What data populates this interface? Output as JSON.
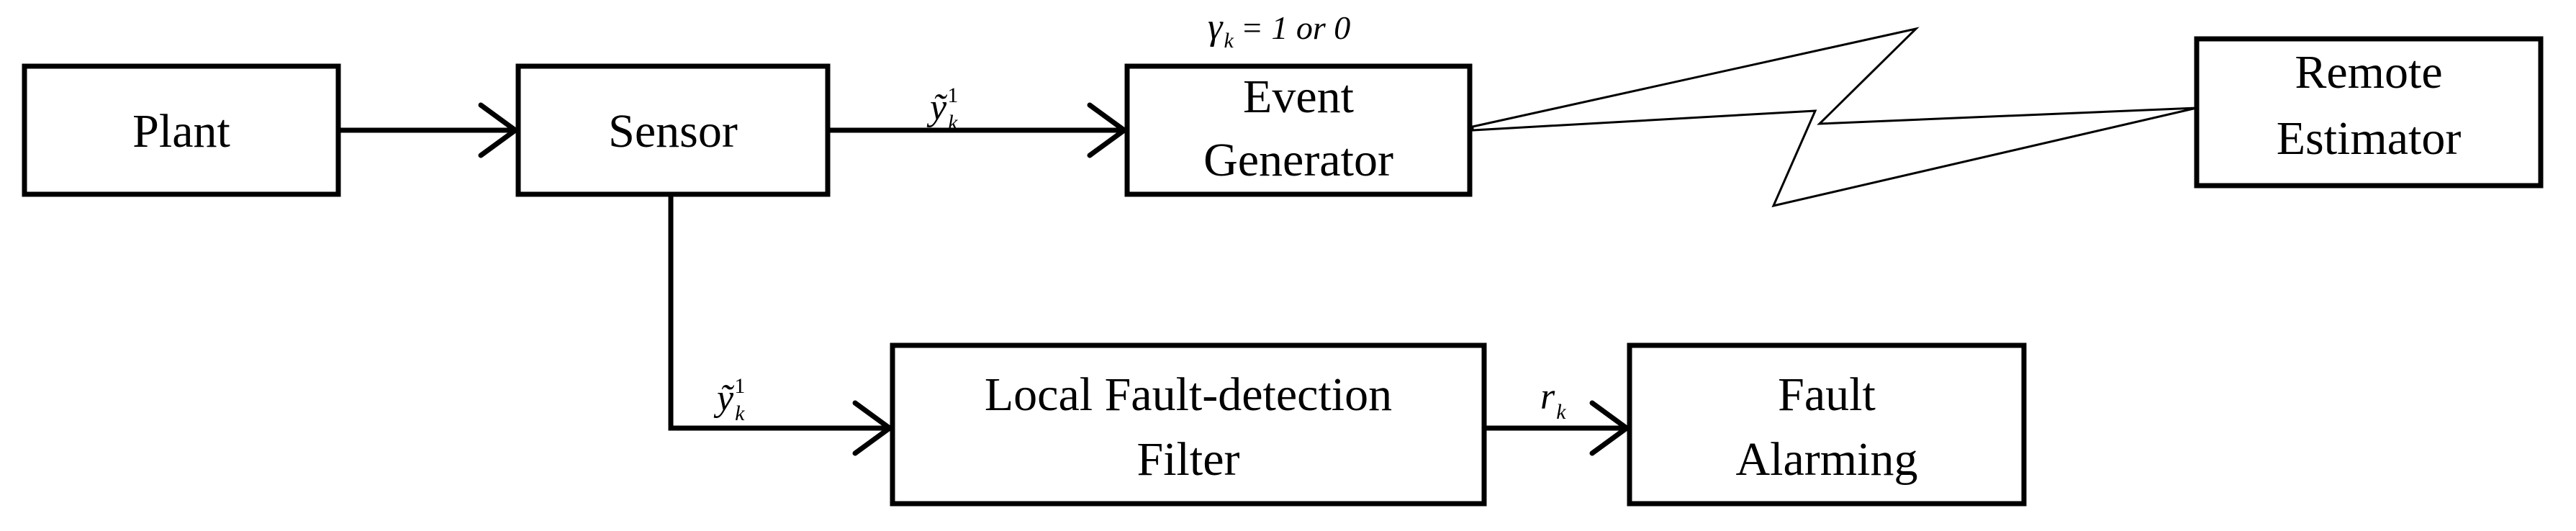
{
  "boxes": {
    "plant": {
      "lines": [
        "Plant"
      ]
    },
    "sensor": {
      "lines": [
        "Sensor"
      ]
    },
    "event_generator": {
      "lines": [
        "Event",
        "Generator"
      ]
    },
    "remote_estimator": {
      "lines": [
        "Remote",
        "Estimator"
      ]
    },
    "local_filter": {
      "lines": [
        "Local Fault-detection",
        "Filter"
      ]
    },
    "fault_alarming": {
      "lines": [
        "Fault",
        "Alarming"
      ]
    }
  },
  "labels": {
    "sensor_to_event": {
      "symbol": "ỹ",
      "subscript": "k",
      "superscript": "1"
    },
    "sensor_to_filter": {
      "symbol": "ỹ",
      "subscript": "k",
      "superscript": "1"
    },
    "residual": {
      "symbol": "r",
      "subscript": "k"
    },
    "gamma": {
      "symbol": "γ",
      "subscript": "k",
      "condition": "= 1 or 0"
    }
  }
}
